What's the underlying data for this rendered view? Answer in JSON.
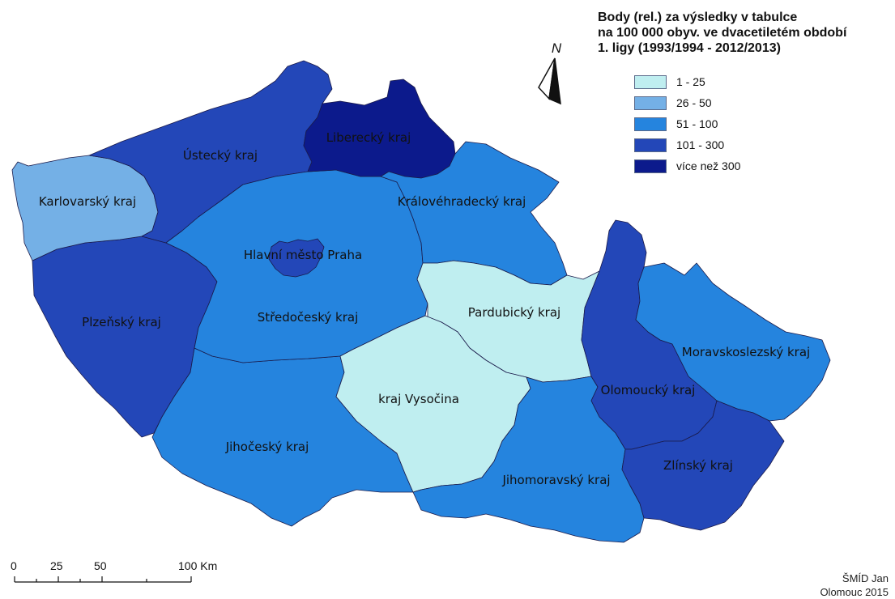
{
  "legend": {
    "title_lines": [
      "Body (rel.) za výsledky v tabulce",
      "na 100 000 obyv. ve dvacetiletém období",
      "1. ligy (1993/1994 - 2012/2013)"
    ],
    "classes": [
      {
        "label": "1 - 25",
        "color": "#bfeef0"
      },
      {
        "label": "26 - 50",
        "color": "#74b0e6"
      },
      {
        "label": "51 - 100",
        "color": "#2584de"
      },
      {
        "label": "101 - 300",
        "color": "#2347b8"
      },
      {
        "label": "více než 300",
        "color": "#0c1a8c"
      }
    ]
  },
  "north_arrow": {
    "label": "N"
  },
  "scale_bar": {
    "labels": [
      "0",
      "25",
      "50",
      "100 Km"
    ]
  },
  "credit": {
    "author": "ŠMÍD Jan",
    "place_year": "Olomouc 2015"
  },
  "regions": [
    {
      "id": "plzensky",
      "label": "Plzeňský kraj",
      "class": 3
    },
    {
      "id": "jihocesky",
      "label": "Jihočeský kraj",
      "class": 2
    },
    {
      "id": "karlovarsky",
      "label": "Karlovarský kraj",
      "class": 1
    },
    {
      "id": "ustecky",
      "label": "Ústecký kraj",
      "class": 3
    },
    {
      "id": "stredocesky",
      "label": "Středočeský kraj",
      "class": 2
    },
    {
      "id": "liberecky",
      "label": "Liberecký kraj",
      "class": 4
    },
    {
      "id": "kralovehradecky",
      "label": "Královéhradecký kraj",
      "class": 2
    },
    {
      "id": "pardubicky",
      "label": "Pardubický kraj",
      "class": 0
    },
    {
      "id": "vysocina",
      "label": "kraj Vysočina",
      "class": 0
    },
    {
      "id": "jihomoravsky",
      "label": "Jihomoravský kraj",
      "class": 2
    },
    {
      "id": "olomoucky",
      "label": "Olomoucký kraj",
      "class": 3
    },
    {
      "id": "moravskoslezsky",
      "label": "Moravskoslezský kraj",
      "class": 2
    },
    {
      "id": "zlinsky",
      "label": "Zlínský kraj",
      "class": 3
    },
    {
      "id": "praha",
      "label": "Hlavní město Praha",
      "class": 3
    }
  ]
}
